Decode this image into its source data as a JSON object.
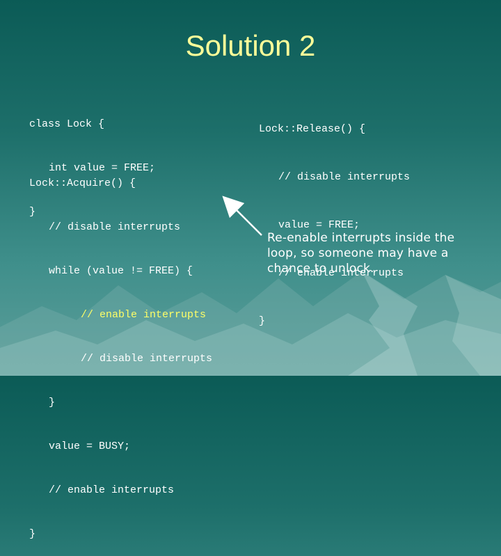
{
  "slide": {
    "title": "Solution 2",
    "class_block": [
      {
        "text": "class Lock {",
        "indent": 0
      },
      {
        "text": "int value = FREE;",
        "indent": 1
      },
      {
        "text": "}",
        "indent": 0
      }
    ],
    "acquire_block": [
      {
        "text": "Lock::Acquire() {",
        "indent": 0,
        "highlight": false
      },
      {
        "text": "// disable interrupts",
        "indent": 1,
        "highlight": false
      },
      {
        "text": "while (value != FREE) {",
        "indent": 1,
        "highlight": false
      },
      {
        "text": "// enable interrupts",
        "indent": 2,
        "highlight": true
      },
      {
        "text": "// disable interrupts",
        "indent": 2,
        "highlight": false
      },
      {
        "text": "}",
        "indent": 1,
        "highlight": false
      },
      {
        "text": "value = BUSY;",
        "indent": 1,
        "highlight": false
      },
      {
        "text": "// enable interrupts",
        "indent": 1,
        "highlight": false
      },
      {
        "text": "}",
        "indent": 0,
        "highlight": false
      }
    ],
    "release_block": [
      {
        "text": "Lock::Release() {",
        "indent": 0
      },
      {
        "text": "// disable interrupts",
        "indent": 1
      },
      {
        "text": "value = FREE;",
        "indent": 1
      },
      {
        "text": "// enable interrupts",
        "indent": 1
      },
      {
        "text": "}",
        "indent": 0
      }
    ],
    "note": "Re-enable interrupts inside the loop, so someone may have a chance to unlock.",
    "colors": {
      "title": "#ffff99",
      "code": "#ffffff",
      "highlight": "#ffff66",
      "background": "#1d6f6a"
    }
  }
}
